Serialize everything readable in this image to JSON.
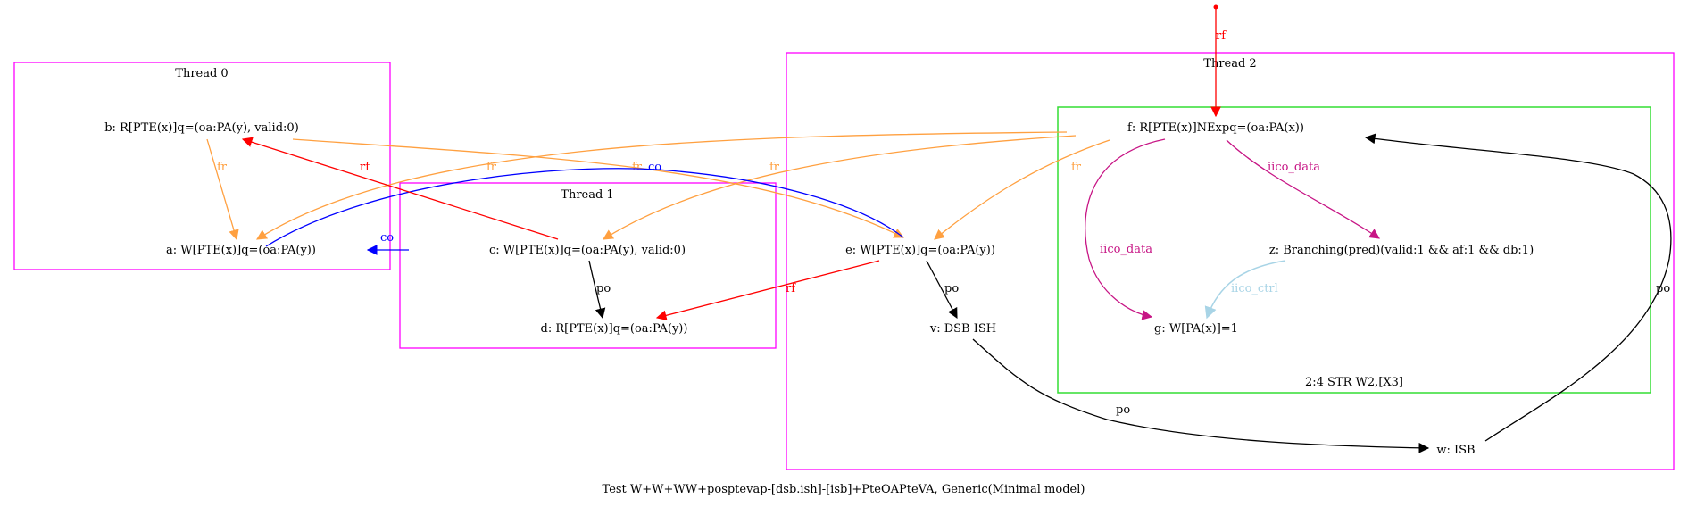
{
  "caption": "Test W+W+WW+posptevap-[dsb.ish]-[isb]+PteOAPteVA, Generic(Minimal model)",
  "colors": {
    "cluster_thread": "#ff00ff",
    "cluster_inner": "#00dd00",
    "rf": "#ff0000",
    "fr": "#ffa040",
    "co": "#0000ff",
    "po": "#000000",
    "iico_data": "#c71585",
    "iico_ctrl": "#a8d4e6"
  },
  "clusters": {
    "thread0": "Thread 0",
    "thread1": "Thread 1",
    "thread2": "Thread 2",
    "inner": "2:4 STR W2,[X3]"
  },
  "nodes": {
    "a": "a: W[PTE(x)]q=(oa:PA(y))",
    "b": "b: R[PTE(x)]q=(oa:PA(y), valid:0)",
    "c": "c: W[PTE(x)]q=(oa:PA(y), valid:0)",
    "d": "d: R[PTE(x)]q=(oa:PA(y))",
    "e": "e: W[PTE(x)]q=(oa:PA(y))",
    "v": "v: DSB ISH",
    "w": "w: ISB",
    "f": "f: R[PTE(x)]NExpq=(oa:PA(x))",
    "z": "z: Branching(pred)(valid:1 && af:1 && db:1)",
    "g": "g: W[PA(x)]=1"
  },
  "edge_labels": {
    "rf": "rf",
    "fr": "fr",
    "co": "co",
    "po": "po",
    "iico_data": "iico_data",
    "iico_ctrl": "iico_ctrl"
  }
}
